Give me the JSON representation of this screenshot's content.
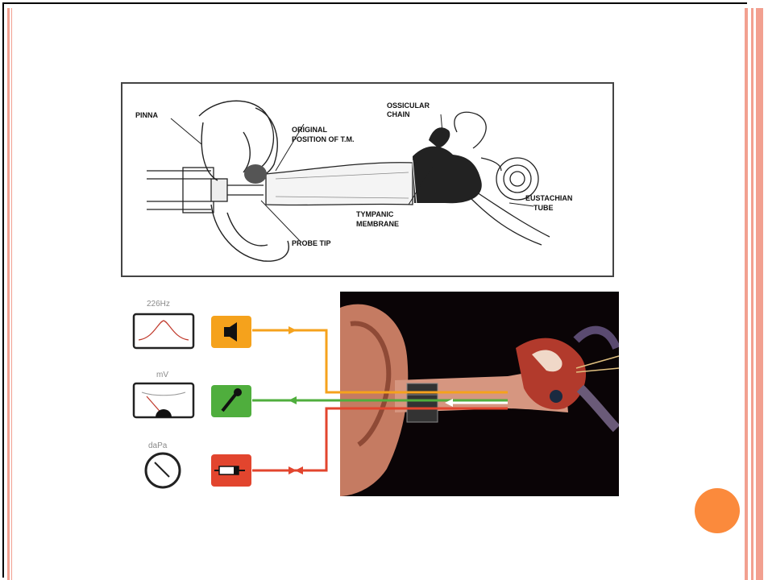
{
  "top_diagram": {
    "labels": {
      "pinna": "PINNA",
      "ossicular_chain_1": "OSSICULAR",
      "ossicular_chain_2": "CHAIN",
      "original_position_1": "ORIGINAL",
      "original_position_2": "POSITION OF T.M.",
      "eustachian_1": "EUSTACHIAN",
      "eustachian_2": "TUBE",
      "tympanic_1": "TYMPANIC",
      "tympanic_2": "MEMBRANE",
      "probe_tip": "PROBE TIP"
    }
  },
  "bottom_diagram": {
    "meters": {
      "frequency": "226Hz",
      "voltage": "mV",
      "pressure": "daPa"
    },
    "colors": {
      "speaker": "#f5a21c",
      "microphone": "#4fae3d",
      "pump": "#e2452e",
      "background": "#0a0406"
    }
  },
  "slide": {
    "accent_color": "#fb8a3c",
    "stripe_color": "#f2a090"
  }
}
